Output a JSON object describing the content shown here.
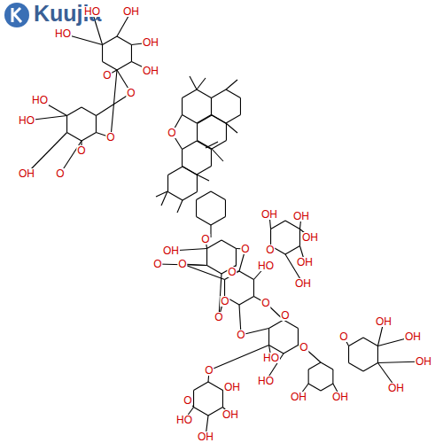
{
  "diagram": {
    "labels": [
      "Kuujia",
      "HO",
      "OH",
      "HO",
      "OH",
      "OH",
      "O",
      "HO",
      "O",
      "HO",
      "O",
      "O",
      "OH",
      "O",
      "O",
      "OH",
      "O",
      "O",
      "O",
      "O",
      "OH",
      "OH",
      "OH",
      "O",
      "HO",
      "O",
      "OH",
      "O",
      "O",
      "OH",
      "O",
      "O",
      "HO",
      "O",
      "O",
      "O",
      "OH",
      "OH",
      "OH",
      "OH",
      "OH",
      "HO",
      "O",
      "O",
      "OH",
      "OH",
      "HO",
      "OH",
      "OH"
    ]
  }
}
